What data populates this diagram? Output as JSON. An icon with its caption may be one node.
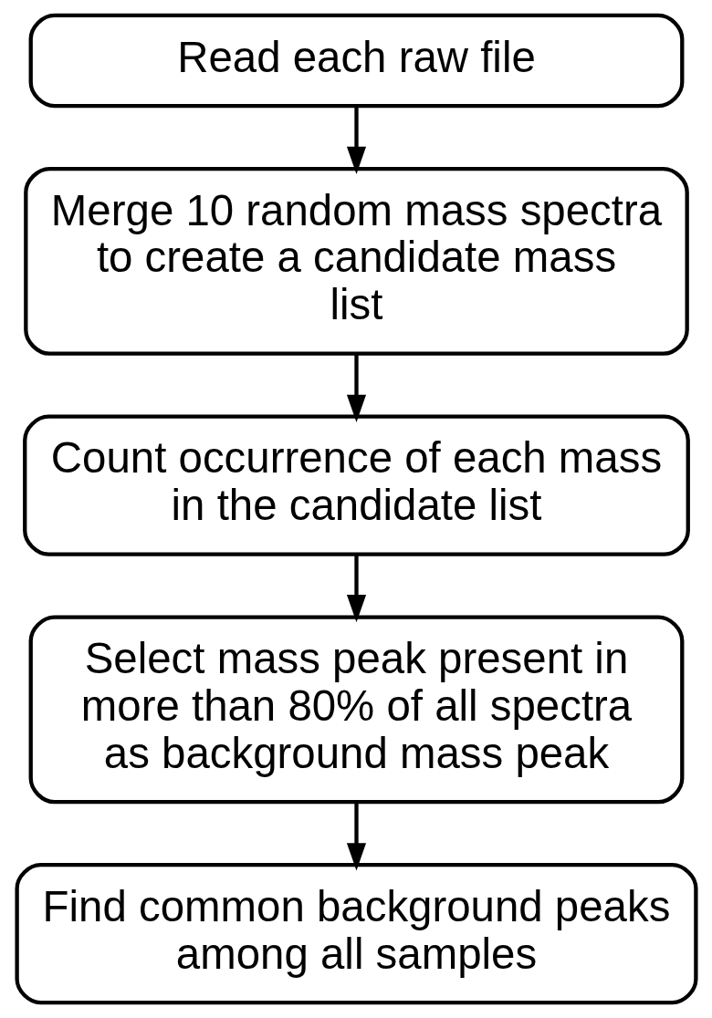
{
  "diagram": {
    "nodes": [
      {
        "text": [
          "Read each raw file"
        ]
      },
      {
        "text": [
          "Merge 10 random mass spectra to create a candidate mass list"
        ]
      },
      {
        "text": [
          "Count occurrence of each mass in the candidate list"
        ]
      },
      {
        "text": [
          "Select mass peak present in more than 80% of all spectra as background mass peak"
        ]
      },
      {
        "text": [
          "Find common background peaks among all samples"
        ]
      }
    ],
    "edges": [
      {
        "from": 0,
        "to": 1,
        "arrow": "to"
      },
      {
        "from": 1,
        "to": 2,
        "arrow": "to"
      },
      {
        "from": 2,
        "to": 3,
        "arrow": "to"
      },
      {
        "from": 3,
        "to": 4,
        "arrow": "to"
      }
    ]
  }
}
